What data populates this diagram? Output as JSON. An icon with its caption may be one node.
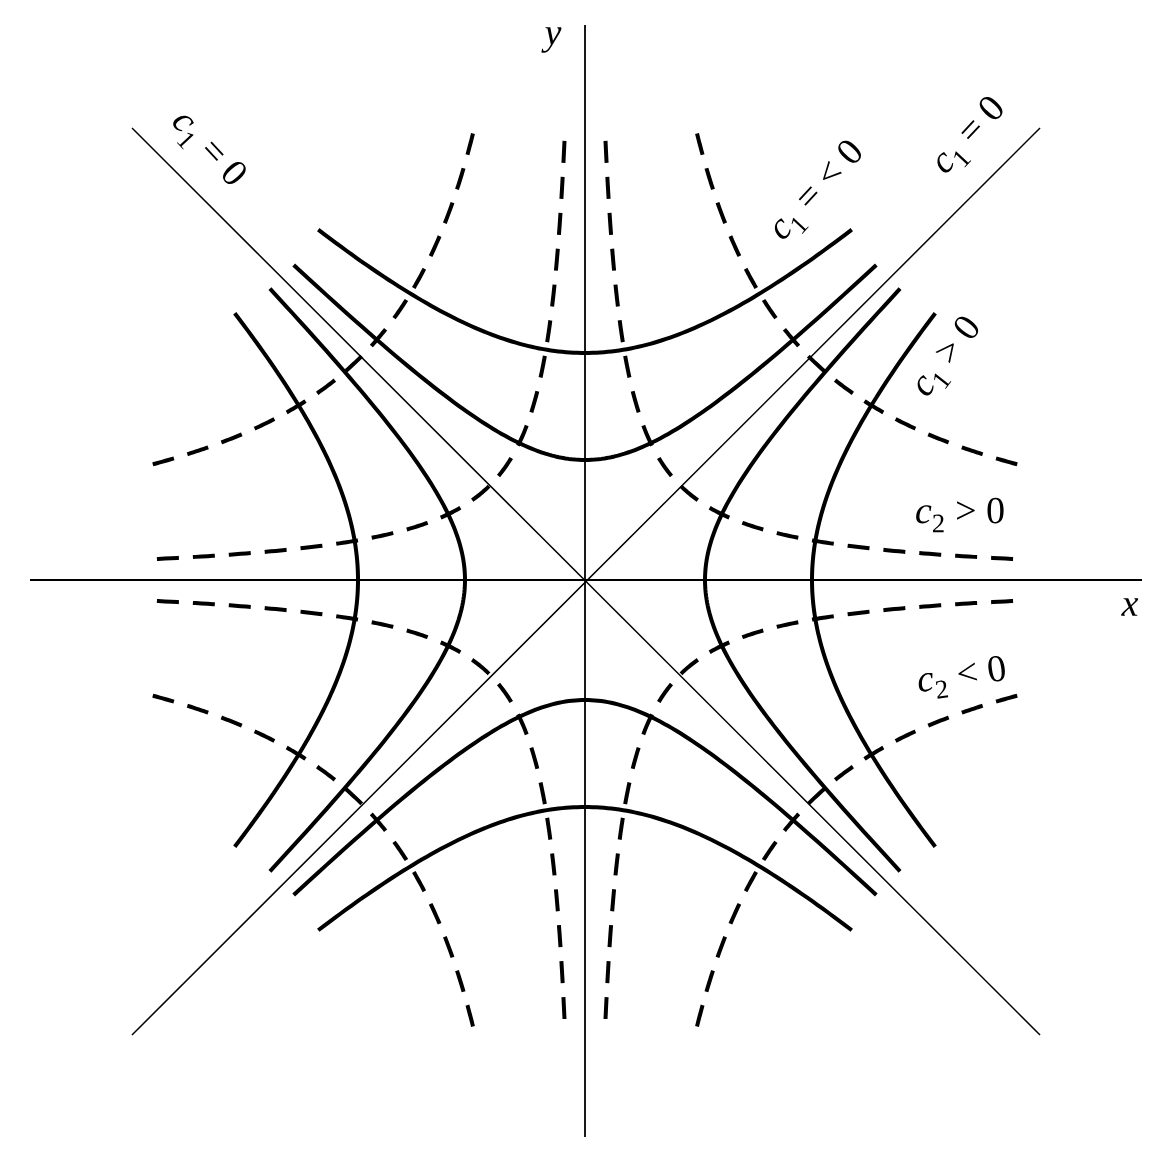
{
  "diagram": {
    "labels": [
      "y",
      "*c*$_{1}$ = 0",
      "*c*$_{1}$ = 0",
      "*c*$_{1}$ = < 0",
      "*c*$_{1}$ > 0",
      "*c*$_{2}$ > 0",
      "x",
      "*c*$_{2}$ < 0"
    ]
  }
}
